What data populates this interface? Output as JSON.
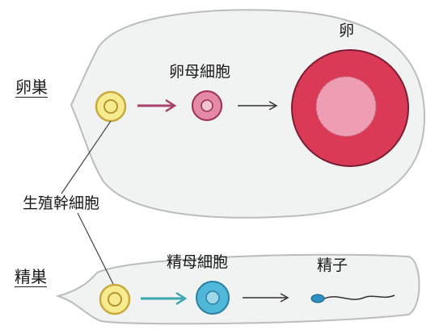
{
  "labels": {
    "ovary": "卵巣",
    "oocyte": "卵母細胞",
    "egg": "卵",
    "germ_stem_cell": "生殖幹細胞",
    "testis": "精巣",
    "spermatocyte": "精母細胞",
    "sperm": "精子"
  },
  "colors": {
    "organ_fill": "#f1f3f3",
    "organ_outline": "#b9bdbf",
    "stem_cell_fill": "#f6eb8f",
    "stem_cell_ring": "#c9a93b",
    "oocyte_fill": "#e48aa6",
    "oocyte_ring": "#9c2e54",
    "egg_fill": "#db3a57",
    "egg_inner": "#ef9db2",
    "egg_outline": "#7a1d33",
    "arrow_ovary": "#a8426a",
    "arrow_testis": "#3aa7b0",
    "spermatocyte_fill": "#4fb7d8",
    "spermatocyte_ring": "#2b7fa0",
    "sperm_head": "#2e8fc2",
    "arrow_plain": "#333333"
  },
  "icons": {
    "ovary_organ": "ovary-shape",
    "testis_organ": "testis-shape",
    "germ_stem_cell": "cell-circle",
    "oocyte": "cell-circle",
    "egg": "large-cell-circle",
    "spermatocyte": "cell-circle",
    "sperm": "sperm-shape"
  }
}
